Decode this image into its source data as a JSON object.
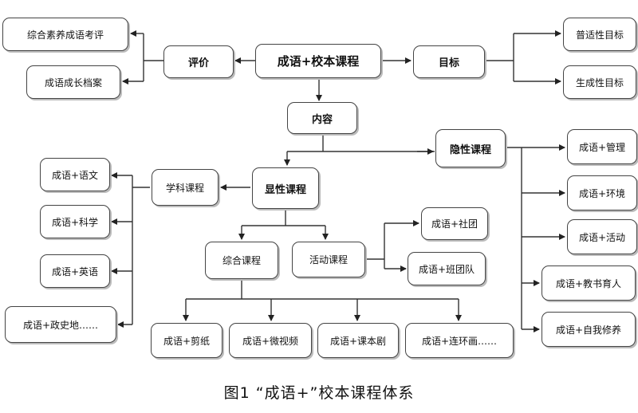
{
  "caption": "图1 “成语+”校本课程体系",
  "nodes": {
    "core": "成语+校本课程",
    "evaluation": "评价",
    "goal": "目标",
    "content": "内容",
    "eval_item_1": "综合素养成语考评",
    "eval_item_2": "成语成长档案",
    "goal_item_1": "普适性目标",
    "goal_item_2": "生成性目标",
    "explicit": "显性课程",
    "implicit": "隐性课程",
    "subject": "学科课程",
    "subj_item_1": "成语+语文",
    "subj_item_2": "成语+科学",
    "subj_item_3": "成语+英语",
    "subj_item_4": "成语+政史地……",
    "integrated": "综合课程",
    "activity": "活动课程",
    "act_item_1": "成语+社团",
    "act_item_2": "成语+班团队",
    "int_item_1": "成语+剪纸",
    "int_item_2": "成语+微视频",
    "int_item_3": "成语+课本剧",
    "int_item_4": "成语+连环画……",
    "imp_item_1": "成语+管理",
    "imp_item_2": "成语+环境",
    "imp_item_3": "成语+活动",
    "imp_item_4": "成语+教书育人",
    "imp_item_5": "成语+自我修养"
  }
}
